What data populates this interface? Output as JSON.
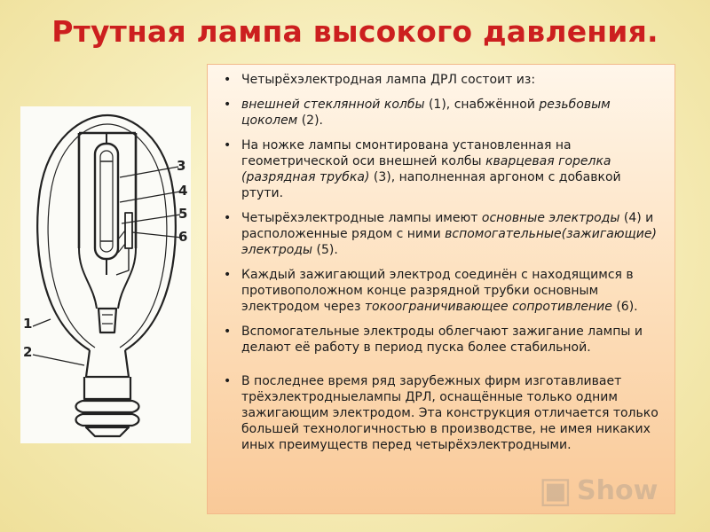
{
  "title": "Ртутная лампа высокого давления.",
  "lamp_labels": [
    "3",
    "4",
    "5",
    "6",
    "1",
    "2"
  ],
  "bullets": [
    [
      {
        "t": "Четырёхэлектродная лампа ДРЛ состоит из:",
        "i": false
      }
    ],
    [
      {
        "t": " внешней стеклянной колбы",
        "i": true
      },
      {
        "t": " (1), снабжённой ",
        "i": false
      },
      {
        "t": "резьбовым цоколем",
        "i": true
      },
      {
        "t": " (2).",
        "i": false
      }
    ],
    [
      {
        "t": "На ножке лампы смонтирована установленная на геометрической оси внешней колбы ",
        "i": false
      },
      {
        "t": "кварцевая горелка (разрядная трубка)",
        "i": true
      },
      {
        "t": " (3), наполненная аргоном с добавкой ртути.",
        "i": false
      }
    ],
    [
      {
        "t": "Четырёхэлектродные лампы имеют ",
        "i": false
      },
      {
        "t": "основные электроды",
        "i": true
      },
      {
        "t": " (4) и расположенные рядом с ними ",
        "i": false
      },
      {
        "t": "вспомогательные(зажигающие) электроды",
        "i": true
      },
      {
        "t": " (5).",
        "i": false
      }
    ],
    [
      {
        "t": "Каждый зажигающий электрод соединён с находящимся в противоположном конце разрядной трубки основным электродом через ",
        "i": false
      },
      {
        "t": "токоограничивающее сопротивление",
        "i": true
      },
      {
        "t": " (6).",
        "i": false
      }
    ],
    [
      {
        "t": "Вспомогательные электроды облегчают зажигание лампы и делают её работу в период пуска более стабильной.",
        "i": false
      }
    ],
    [
      {
        "t": "В последнее время ряд зарубежных фирм изготавливает трёхэлектродныелампы ДРЛ, оснащённые только одним зажигающим электродом. Эта конструкция отличается только большей технологичностью в производстве, не имея никаких иных преимуществ перед четырёхэлектродными.",
        "i": false
      }
    ]
  ],
  "watermark": "Show"
}
